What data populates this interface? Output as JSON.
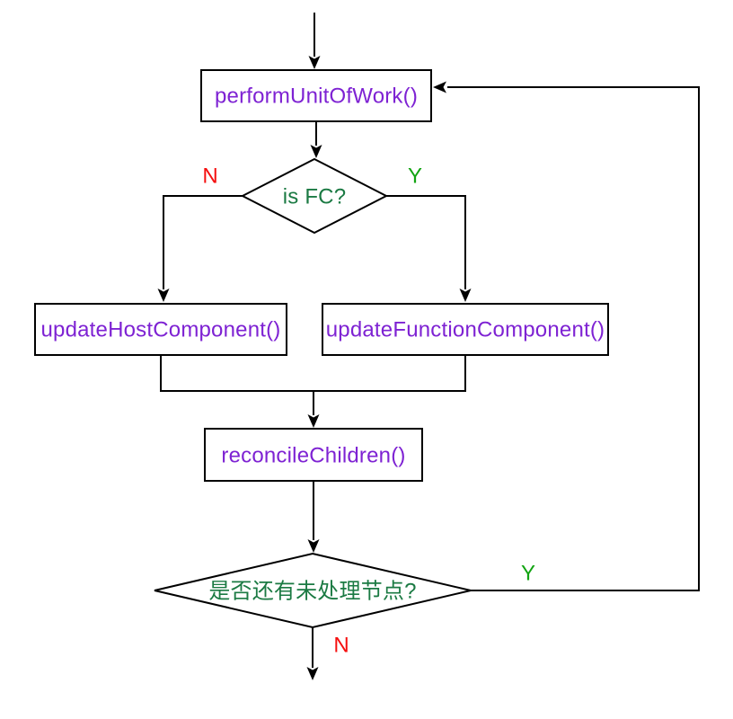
{
  "colors": {
    "line": "#000000",
    "node_fill": "#ffffff",
    "node_text": "#7e22d3",
    "decision_text": "#1b7a43",
    "yes_label": "#12a412",
    "no_label": "#f50f0f"
  },
  "nodes": {
    "perform_unit_of_work": {
      "label": "performUnitOfWork()"
    },
    "is_fc_decision": {
      "label": "is FC?"
    },
    "update_host_component": {
      "label": "updateHostComponent()"
    },
    "update_function_component": {
      "label": "updateFunctionComponent()"
    },
    "reconcile_children": {
      "label": "reconcileChildren()"
    },
    "has_unprocessed_decision": {
      "label": "是否还有未处理节点?"
    }
  },
  "edge_labels": {
    "is_fc_no": "N",
    "is_fc_yes": "Y",
    "has_unprocessed_yes": "Y",
    "has_unprocessed_no": "N"
  }
}
